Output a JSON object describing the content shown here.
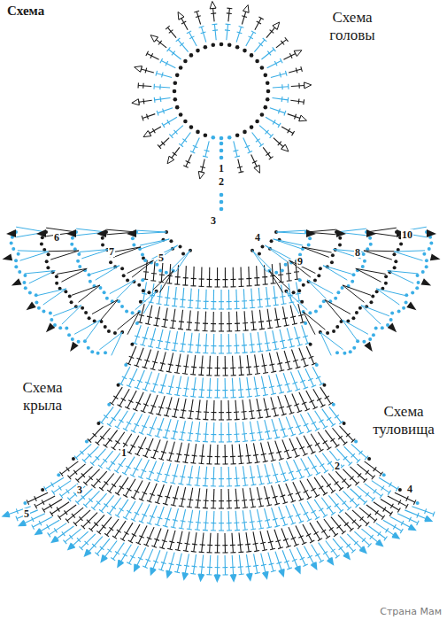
{
  "diagram": {
    "title": "Схема",
    "labels": [
      "Схема головы",
      "1",
      "2",
      "3",
      "6",
      "7",
      "5",
      "4",
      "9",
      "8",
      "10",
      "Схема крыла",
      "Схема туловища",
      "1",
      "2",
      "3",
      "4",
      "5",
      "Страна Мам"
    ]
  }
}
